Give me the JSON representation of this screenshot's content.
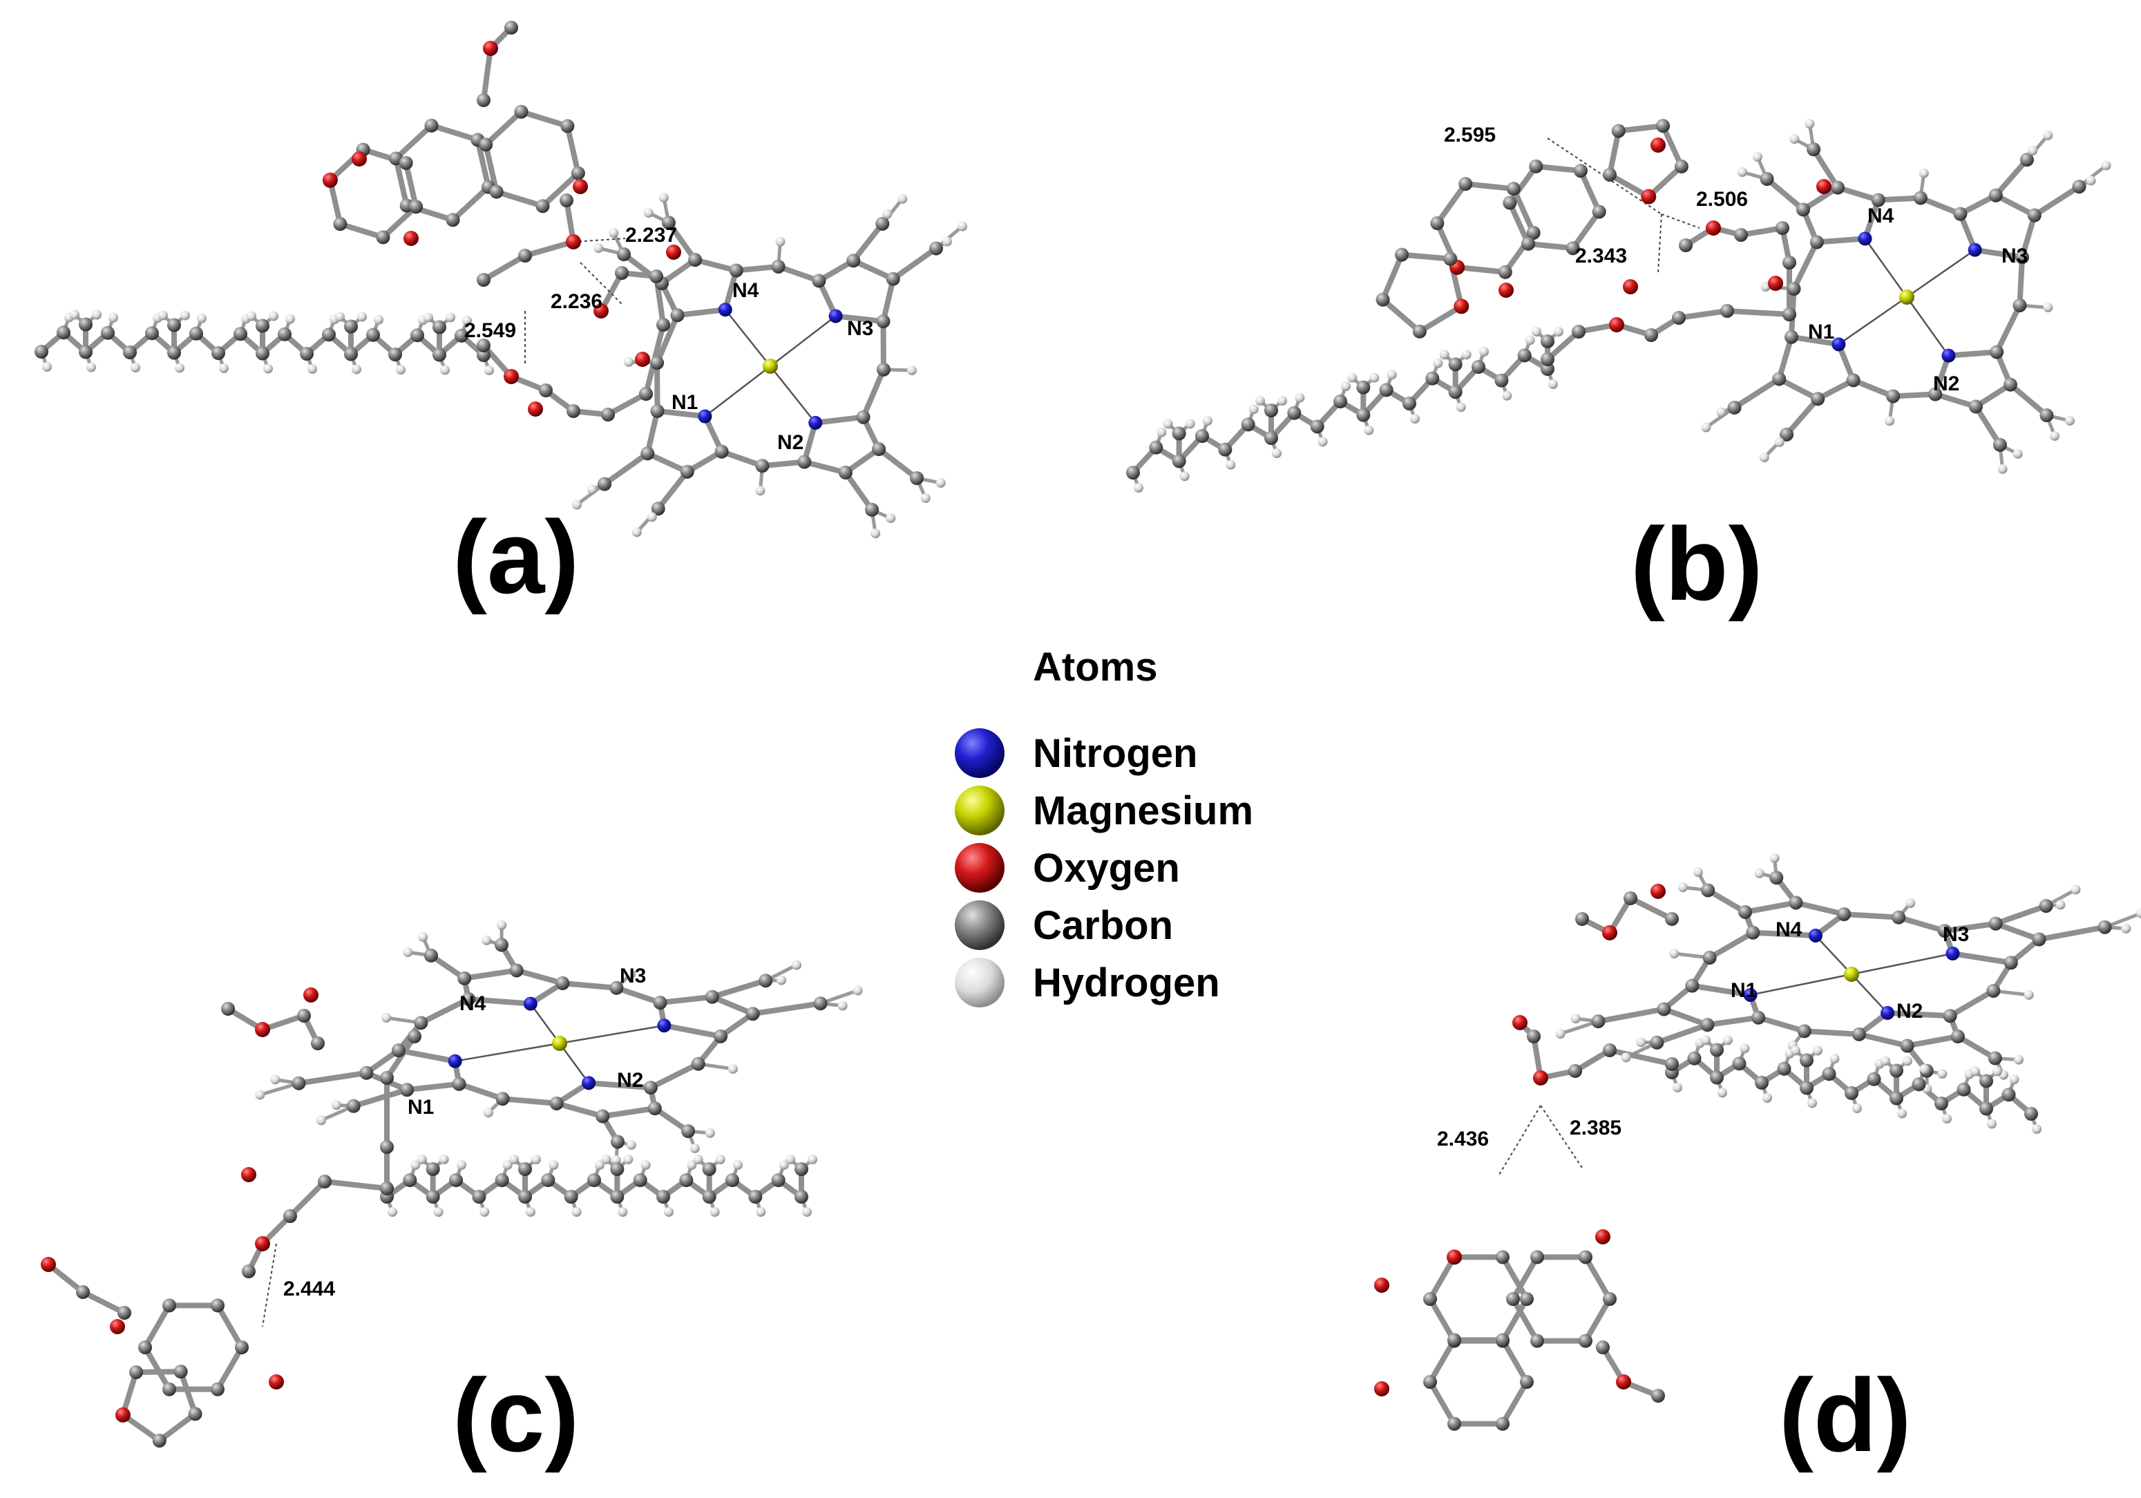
{
  "colors": {
    "nitrogen": "#1f1fd6",
    "magnesium": "#c8d400",
    "oxygen": "#d41a1a",
    "carbon": "#8a8a8a",
    "hydrogen": "#e8e8e8",
    "bond": "#8f8f8f"
  },
  "panels": [
    {
      "label": "(a)",
      "atom_labels": [
        "N1",
        "N2",
        "N3",
        "N4"
      ],
      "distances": [
        "2.237",
        "2.236",
        "2.549"
      ]
    },
    {
      "label": "(b)",
      "atom_labels": [
        "N1",
        "N2",
        "N3",
        "N4"
      ],
      "distances": [
        "2.595",
        "2.506",
        "2.343"
      ]
    },
    {
      "label": "(c)",
      "atom_labels": [
        "N1",
        "N2",
        "N3",
        "N4"
      ],
      "distances": [
        "2.444"
      ]
    },
    {
      "label": "(d)",
      "atom_labels": [
        "N1",
        "N2",
        "N3",
        "N4"
      ],
      "distances": [
        "2.436",
        "2.385"
      ]
    }
  ],
  "legend": {
    "title": "Atoms",
    "items": [
      {
        "label": "Nitrogen",
        "color": "#1f1fd6"
      },
      {
        "label": "Magnesium",
        "color": "#c8d400"
      },
      {
        "label": "Oxygen",
        "color": "#d41a1a"
      },
      {
        "label": "Carbon",
        "color": "#8a8a8a"
      },
      {
        "label": "Hydrogen",
        "color": "#e8e8e8"
      }
    ]
  }
}
